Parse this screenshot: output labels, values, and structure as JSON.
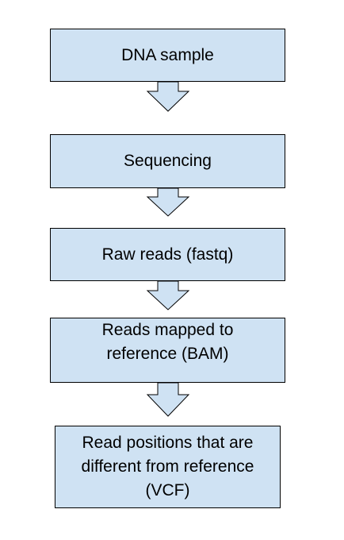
{
  "flowchart": {
    "steps": [
      {
        "label": "DNA sample"
      },
      {
        "label": "Sequencing"
      },
      {
        "label": "Raw reads (fastq)"
      },
      {
        "label": "Reads mapped to\nreference (BAM)"
      },
      {
        "label": "Read positions that are\ndifferent from reference\n(VCF)"
      }
    ],
    "colors": {
      "box_fill": "#cfe2f3",
      "outline": "#000000"
    }
  }
}
